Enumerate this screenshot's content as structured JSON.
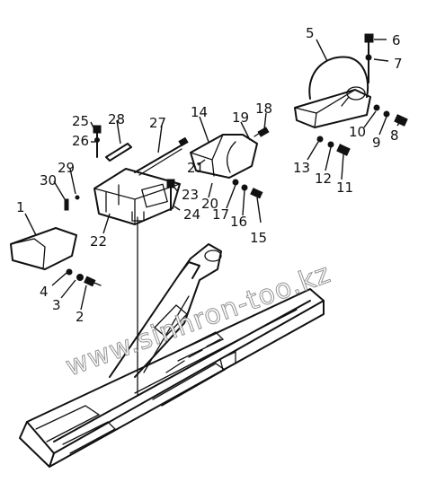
{
  "watermark": "www.sinhron-too.kz",
  "callouts": [
    "1",
    "2",
    "3",
    "4",
    "5",
    "6",
    "7",
    "8",
    "9",
    "10",
    "11",
    "12",
    "13",
    "14",
    "15",
    "16",
    "17",
    "18",
    "19",
    "20",
    "21",
    "22",
    "23",
    "24",
    "25",
    "26",
    "27",
    "28",
    "29",
    "30"
  ]
}
